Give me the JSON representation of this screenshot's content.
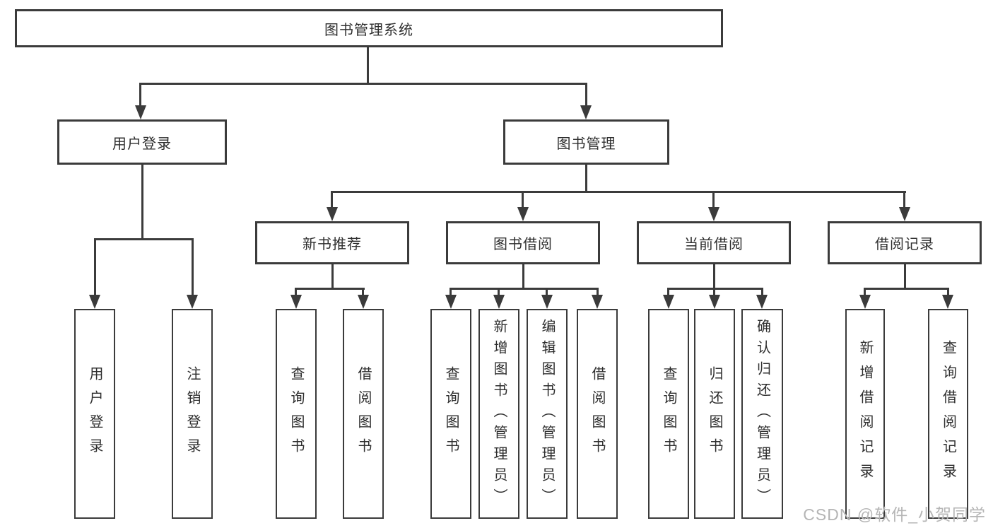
{
  "colors": {
    "line": "#3b3b3b",
    "text": "#2e2e2e",
    "watermark": "#b5b5b5",
    "background": "#ffffff"
  },
  "watermark": {
    "text": "CSDN @软件_小贺同学"
  },
  "tree": {
    "root": {
      "label": "图书管理系统"
    },
    "branches": [
      {
        "label": "用户登录",
        "children": [
          {
            "label": "用户登录"
          },
          {
            "label": "注销登录"
          }
        ]
      },
      {
        "label": "图书管理",
        "children": [
          {
            "label": "新书推荐",
            "children": [
              {
                "label": "查询图书"
              },
              {
                "label": "借阅图书"
              }
            ]
          },
          {
            "label": "图书借阅",
            "children": [
              {
                "label": "查询图书"
              },
              {
                "label": "新增图书（管理员）"
              },
              {
                "label": "编辑图书（管理员）"
              },
              {
                "label": "借阅图书"
              }
            ]
          },
          {
            "label": "当前借阅",
            "children": [
              {
                "label": "查询图书"
              },
              {
                "label": "归还图书"
              },
              {
                "label": "确认归还（管理员）"
              }
            ]
          },
          {
            "label": "借阅记录",
            "children": [
              {
                "label": "新增借阅记录"
              },
              {
                "label": "查询借阅记录"
              }
            ]
          }
        ]
      }
    ]
  }
}
